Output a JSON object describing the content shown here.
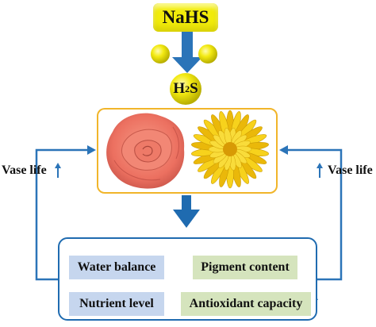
{
  "top": {
    "compound": "NaHS"
  },
  "product": {
    "h": "H",
    "sub": "2",
    "s": "S"
  },
  "side_labels": {
    "left": "Vase life",
    "right": "Vase life"
  },
  "outcomes": {
    "water": "Water balance",
    "nutrient": "Nutrient level",
    "pigment": "Pigment content",
    "antioxidant": "Antioxidant capacity"
  },
  "icons": {
    "ball": "sulfur-ball-icon",
    "up_arrow": "up-arrow-icon",
    "down_arrow": "down-arrow-icon",
    "rose": "rose-icon",
    "chrysanthemum": "chrysanthemum-icon"
  },
  "colors": {
    "yellow": "#f2ec0a",
    "blue": "#1f6bb0",
    "orange_border": "#f1b52a",
    "water_bg": "#c6d6ee",
    "pigment_bg": "#d5e4bd",
    "rose": "#ec7060",
    "chrysanthemum": "#f4c70b"
  }
}
